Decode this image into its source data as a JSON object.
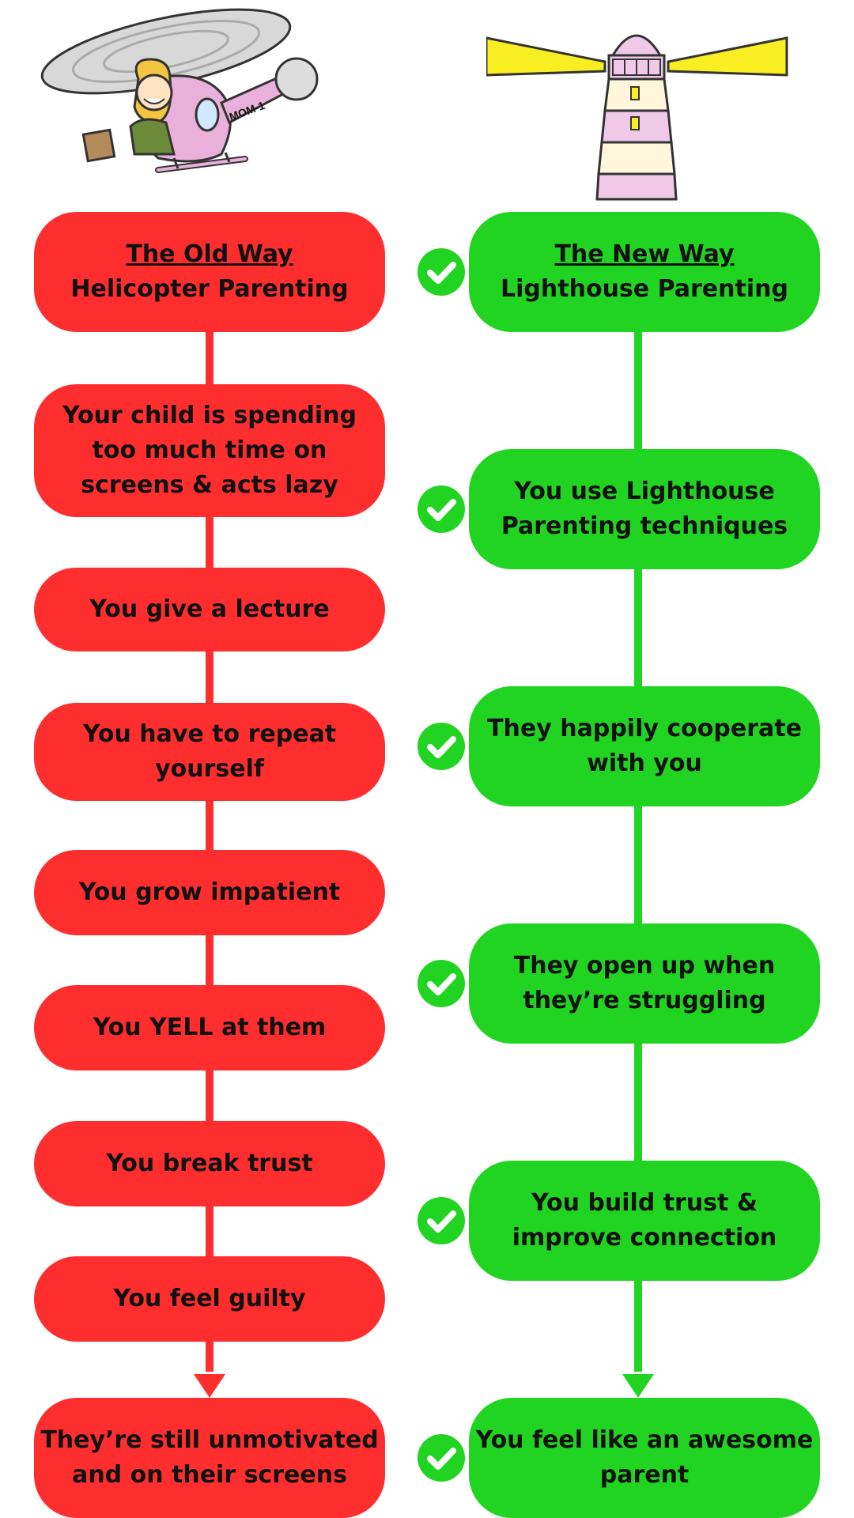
{
  "old_way": {
    "heading": "The Old Way",
    "subheading": "Helicopter Parenting",
    "steps": [
      "Your child is spending too much time on screens & acts lazy",
      "You give a lecture",
      "You have to repeat yourself",
      "You grow impatient",
      "You YELL at them",
      "You break trust",
      "You feel guilty"
    ],
    "result": "They’re still unmotivated and on their screens"
  },
  "new_way": {
    "heading": "The New Way",
    "subheading": "Lighthouse Parenting",
    "steps": [
      "You use Lighthouse Parenting techniques",
      "They happily cooperate with you",
      "They open up when they’re struggling",
      "You build trust & improve connection"
    ],
    "result": "You feel like an awesome parent"
  },
  "helicopter_label": "MOM-1",
  "colors": {
    "red": "#ff2e2e",
    "green": "#22d422",
    "lighthouse_pink": "#f0c8e8",
    "lighthouse_light": "#fff6dc",
    "light_beam": "#f8ee22"
  },
  "icons": {
    "helicopter": "helicopter-mom-icon",
    "lighthouse": "lighthouse-icon",
    "check": "check-circle-icon"
  }
}
